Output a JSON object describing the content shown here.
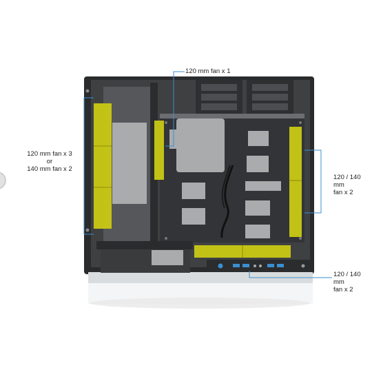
{
  "labels": {
    "top_fan": "120 mm fan x 1",
    "left_fan": "120 mm fan x 3\nor\n140 mm fan x 2",
    "right_fan": "120 / 140 mm\nfan x 2",
    "bottom_fan": "120 / 140 mm\nfan x 2"
  },
  "colors": {
    "fan_highlight": "#c9c914",
    "callout_line": "#3a8fd1",
    "chassis_dark": "#3f4042",
    "chassis_frame": "#2a2b2d",
    "panel": "#a9abad",
    "edge": "#d9dcde"
  }
}
